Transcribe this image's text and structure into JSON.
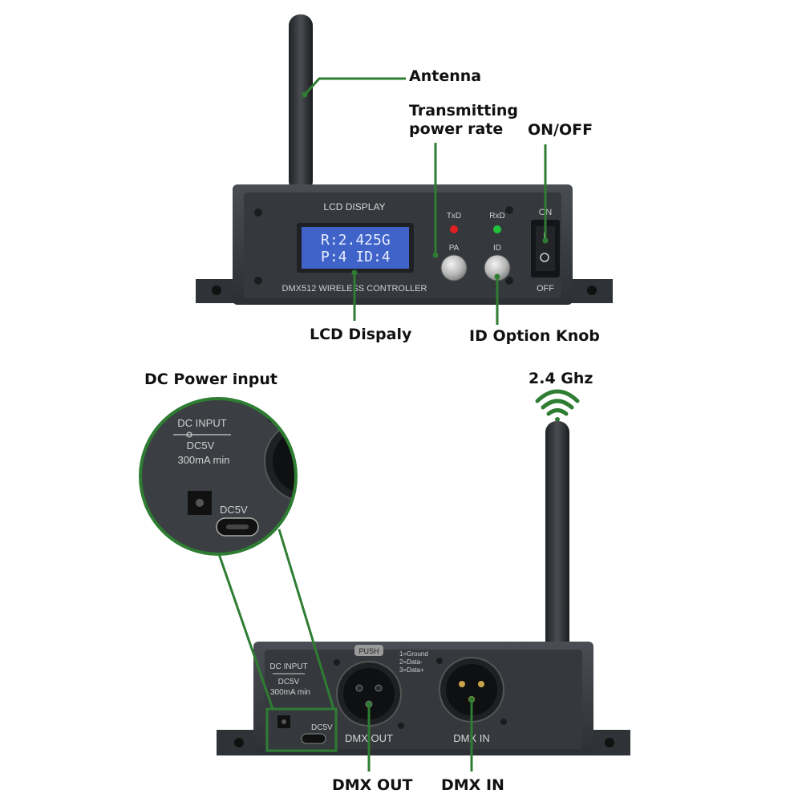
{
  "callouts": {
    "antenna": "Antenna",
    "transmitting_line1": "Transmitting",
    "transmitting_line2": "power rate",
    "on_off": "ON/OFF",
    "lcd_display": "LCD Dispaly",
    "id_option_knob": "ID Option Knob",
    "dc_power_input": "DC Power input",
    "frequency": "2.4 Ghz",
    "dmx_out": "DMX OUT",
    "dmx_in": "DMX IN"
  },
  "front_panel": {
    "lcd_header": "LCD DISPLAY",
    "lcd_line1": "R:2.425G",
    "lcd_line2": "P:4 ID:4",
    "txd_label": "TxD",
    "rxd_label": "RxD",
    "pa_label": "PA",
    "id_label": "ID",
    "switch_on": "ON",
    "switch_off": "OFF",
    "model_label": "DMX512 WIRELESS CONTROLLER"
  },
  "zoom_inset": {
    "dc_input": "DC INPUT",
    "dc_voltage": "DC5V",
    "dc_current": "300mA min",
    "port_label": "DC5V"
  },
  "rear_panel": {
    "dc_input": "DC INPUT",
    "dc_voltage": "DC5V",
    "dc_current": "300mA min",
    "port_label": "DC5V",
    "push_label": "PUSH",
    "pin1": "1=Ground",
    "pin2": "2=Data-",
    "pin3": "3=Data+",
    "dmx_out": "DMX OUT",
    "dmx_in": "DMX IN"
  },
  "colors": {
    "callout_line": "#2e7d32",
    "device_body": "#3a3d42",
    "lcd_background": "#3f63c9",
    "lcd_text": "#e6ecff",
    "led_txd": "#e02020",
    "led_rxd": "#22c33a",
    "signal_waves": "#2e7d32"
  }
}
